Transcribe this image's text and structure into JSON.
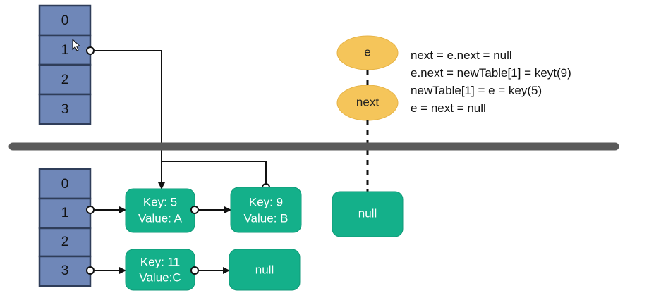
{
  "old_table": {
    "indices": [
      "0",
      "1",
      "2",
      "3"
    ]
  },
  "new_table": {
    "indices": [
      "0",
      "1",
      "2",
      "3"
    ]
  },
  "nodes": {
    "key5": {
      "line1": "Key: 5",
      "line2": "Value: A"
    },
    "key9": {
      "line1": "Key: 9",
      "line2": "Value: B"
    },
    "key11": {
      "line1": "Key: 11",
      "line2": "Value:C"
    },
    "null_after_key11": {
      "label": "null"
    },
    "null_under_next": {
      "label": "null"
    }
  },
  "pointers": {
    "e": "e",
    "next": "next"
  },
  "code_lines": [
    "next = e.next = null",
    "e.next = newTable[1] = keyt(9)",
    "newTable[1] = e = key(5)",
    "e = next = null"
  ],
  "colors": {
    "table_cell": "#6f87b8",
    "table_border": "#2f3d59",
    "entry_node": "#14b08a",
    "pointer_node": "#f5c55a",
    "divider": "#5a5a5a"
  }
}
